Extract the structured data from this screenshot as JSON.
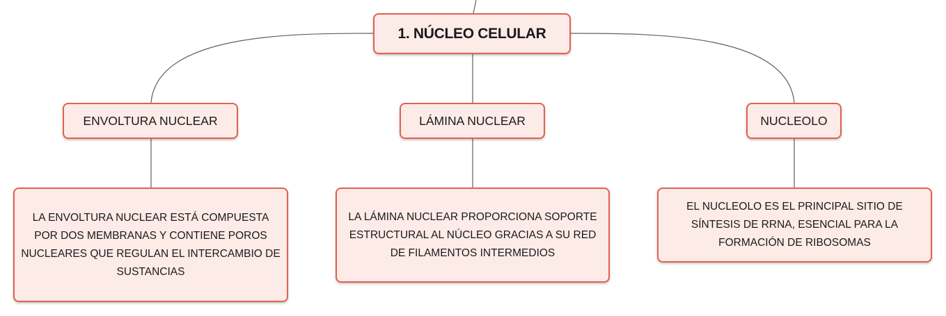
{
  "diagram": {
    "root": {
      "label": "1. NÚCLEO CELULAR"
    },
    "topics": [
      {
        "label": "ENVOLTURA NUCLEAR",
        "detail": "LA ENVOLTURA NUCLEAR ESTÁ COMPUESTA POR DOS MEMBRANAS Y CONTIENE POROS NUCLEARES QUE REGULAN EL INTERCAMBIO DE SUSTANCIAS"
      },
      {
        "label": "LÁMINA NUCLEAR",
        "detail": "LA LÁMINA NUCLEAR PROPORCIONA SOPORTE ESTRUCTURAL AL NÚCLEO GRACIAS A SU RED DE FILAMENTOS INTERMEDIOS"
      },
      {
        "label": "NUCLEOLO",
        "detail": "EL NUCLEOLO ES EL PRINCIPAL SITIO DE SÍNTESIS DE RRNA, ESENCIAL PARA LA FORMACIÓN DE RIBOSOMAS"
      }
    ]
  },
  "colors": {
    "node_fill": "#fdebe8",
    "node_border": "#e2614f",
    "connector": "#5f5f5f",
    "text": "#1a1a1a"
  }
}
